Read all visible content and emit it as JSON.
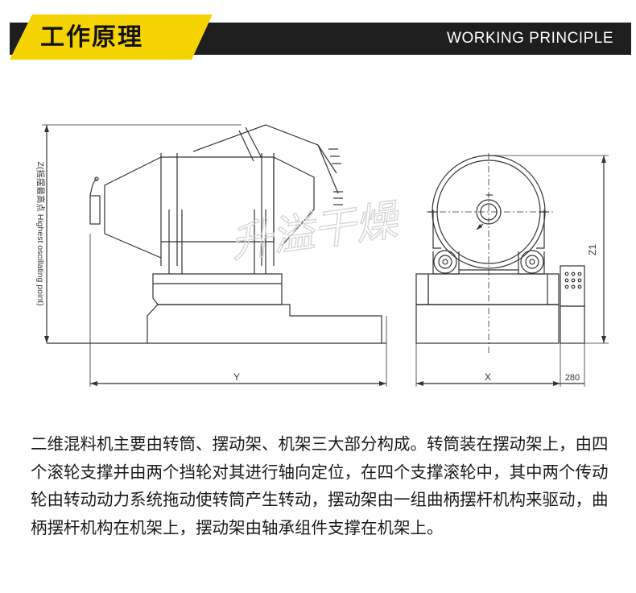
{
  "header": {
    "title_cn": "工作原理",
    "title_en": "WORKING PRINCIPLE",
    "accent_color": "#f5d300",
    "bar_color": "#1e1e1e"
  },
  "diagram": {
    "side_view": {
      "height_label": "Z(摇摆最高点 Highest oscillating point)",
      "width_label": "Y"
    },
    "front_view": {
      "height_label": "Z1",
      "width_label": "X",
      "extra_width_label": "280"
    },
    "watermark": "升溢干燥"
  },
  "description": "二维混料机主要由转筒、摆动架、机架三大部分构成。转筒装在摆动架上，由四个滚轮支撑并由两个挡轮对其进行轴向定位，在四个支撑滚轮中，其中两个传动轮由转动动力系统拖动使转筒产生转动，摆动架由一组曲柄摆杆机构来驱动，曲柄摆杆机构在机架上，摆动架由轴承组件支撑在机架上。"
}
